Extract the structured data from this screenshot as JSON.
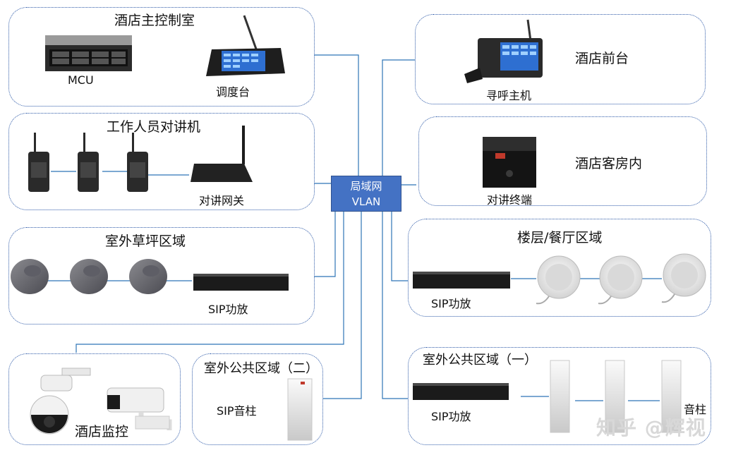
{
  "hub": {
    "line1": "局域网",
    "line2": "VLAN"
  },
  "zones": {
    "control_room": {
      "title": "酒店主控制室",
      "mcu": "MCU",
      "console": "调度台"
    },
    "intercom_staff": {
      "title": "工作人员对讲机",
      "gateway": "对讲网关"
    },
    "lawn": {
      "title": "室外草坪区域",
      "amp": "SIP功放"
    },
    "cctv": {
      "title": "酒店监控"
    },
    "public_two": {
      "title": "室外公共区域（二）",
      "column": "SIP音柱"
    },
    "front_desk": {
      "title": "酒店前台",
      "host": "寻呼主机"
    },
    "guest_room": {
      "title": "酒店客房内",
      "terminal": "对讲终端"
    },
    "floor_restaurant": {
      "title": "楼层/餐厅区域",
      "amp": "SIP功放"
    },
    "public_one": {
      "title": "室外公共区域（一）",
      "amp": "SIP功放",
      "column": "音柱"
    }
  },
  "watermark": "知乎 @辉视",
  "colors": {
    "border": "#2e5aa8",
    "link": "#2e75b6",
    "hub": "#4472c4"
  },
  "icons": [
    "server-icon",
    "console-icon",
    "walkie-talkie-icon",
    "router-icon",
    "rock-speaker-icon",
    "amplifier-icon",
    "ptz-camera-icon",
    "bullet-camera-icon",
    "column-speaker-icon",
    "paging-host-icon",
    "intercom-terminal-icon",
    "ceiling-speaker-icon"
  ]
}
